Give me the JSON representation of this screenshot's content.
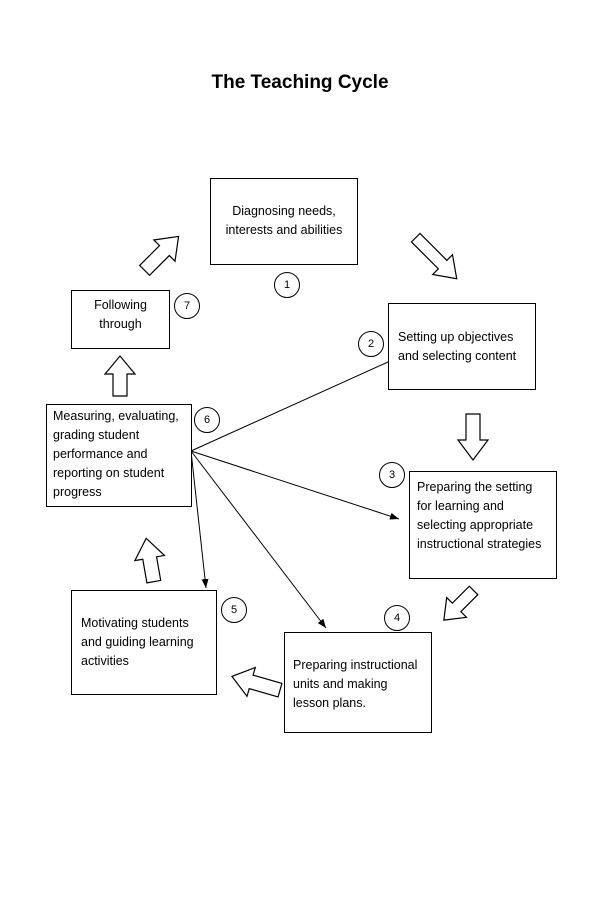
{
  "title": "The Teaching Cycle",
  "steps": [
    {
      "number": "1",
      "label": "Diagnosing needs,\ninterests and abilities"
    },
    {
      "number": "2",
      "label": "Setting up objectives\nand selecting content"
    },
    {
      "number": "3",
      "label": "Preparing the setting\nfor learning and\nselecting appropriate\ninstructional strategies"
    },
    {
      "number": "4",
      "label": "Preparing instructional\nunits and making\nlesson plans."
    },
    {
      "number": "5",
      "label": "Motivating students\nand guiding learning\nactivities"
    },
    {
      "number": "6",
      "label": "Measuring, evaluating,\ngrading student\nperformance and\nreporting on student\nprogress"
    },
    {
      "number": "7",
      "label": "Following\nthrough"
    }
  ]
}
